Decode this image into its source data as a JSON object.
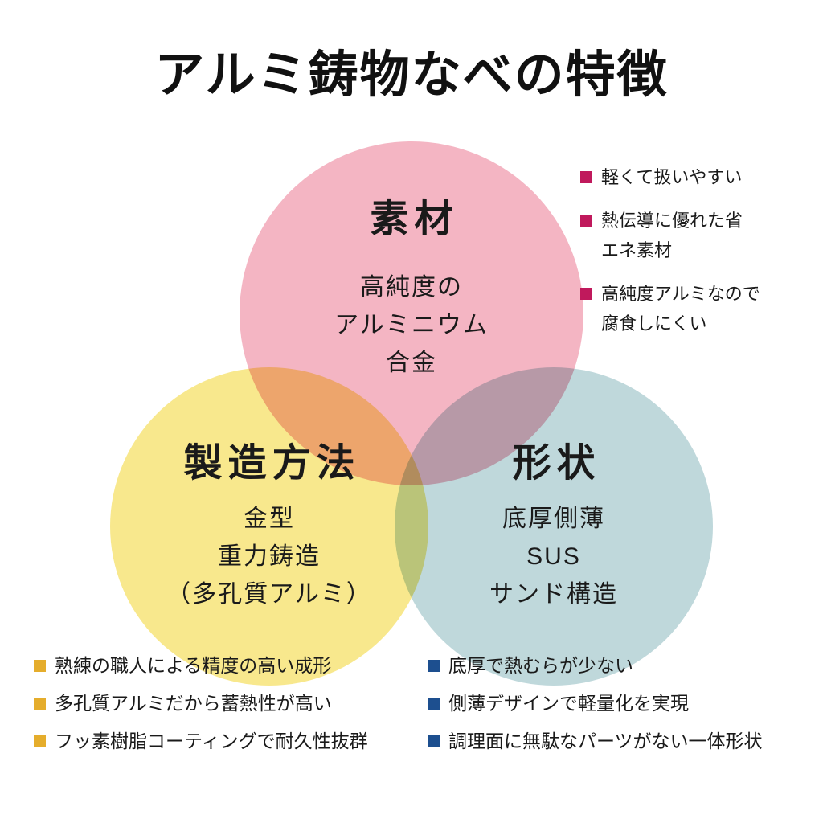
{
  "title": "アルミ鋳物なべの特徴",
  "circles": {
    "material": {
      "heading": "素材",
      "lines": [
        "高純度の",
        "アルミニウム",
        "合金"
      ]
    },
    "method": {
      "heading": "製造方法",
      "lines": [
        "金型",
        "重力鋳造",
        "（多孔質アルミ）"
      ]
    },
    "shape": {
      "heading": "形状",
      "lines": [
        "底厚側薄",
        "SUS",
        "サンド構造"
      ]
    }
  },
  "lists": {
    "material": {
      "items": [
        "軽くて扱いやすい",
        "熱伝導に優れた省\nエネ素材",
        "高純度アルミなので\n腐食しにくい"
      ]
    },
    "method": {
      "items": [
        "熟練の職人による精度の高い成形",
        "多孔質アルミだから蓄熱性が高い",
        "フッ素樹脂コーティングで耐久性抜群"
      ]
    },
    "shape": {
      "items": [
        "底厚で熱むらが少ない",
        "側薄デザインで軽量化を実現",
        "調理面に無駄なパーツがない一体形状"
      ]
    }
  },
  "colors": {
    "material_circle": "#f4b5c3",
    "method_circle": "#f8e88d",
    "shape_circle": "#bfd8db",
    "material_bullet": "#c0195c",
    "method_bullet": "#e5ad2c",
    "shape_bullet": "#1d4f8f",
    "text": "#1a1a1a"
  }
}
